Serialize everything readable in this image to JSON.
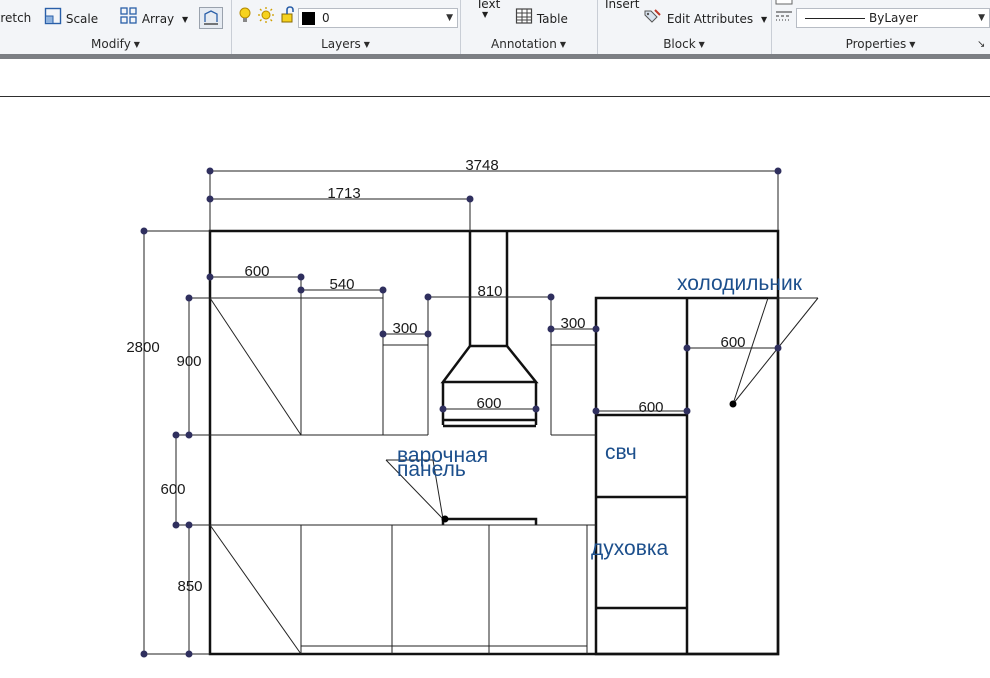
{
  "ribbon": {
    "modify": {
      "title": "Modify",
      "stretch_label": "Stretch",
      "scale_label": "Scale",
      "array_label": "Array"
    },
    "layers": {
      "title": "Layers",
      "current_layer": "0"
    },
    "annotation": {
      "title": "Annotation",
      "text_label": "Text",
      "table_label": "Table"
    },
    "block": {
      "title": "Block",
      "insert_label": "Insert",
      "edit_attributes_label": "Edit Attributes"
    },
    "properties": {
      "title": "Properties",
      "linetype_value": "ByLayer"
    }
  },
  "drawing": {
    "dimensions": {
      "overall_width": "3748",
      "hood_offset": "1713",
      "overall_height": "2800",
      "upper_cabinet_1": "600",
      "upper_cabinet_2": "540",
      "upper_cabinet_3": "300",
      "hood_top": "810",
      "upper_cabinet_4": "300",
      "hood_width": "600",
      "tall_cabinet_width": "600",
      "fridge_width": "600",
      "upper_height": "900",
      "backsplash_height": "600",
      "base_height": "850"
    },
    "labels": {
      "fridge": "холодильник",
      "cooktop_line1": "варочная",
      "cooktop_line2": "панель",
      "microwave": "свч",
      "oven": "духовка"
    }
  },
  "colors": {
    "ribbon_bg": "#f3f5f8",
    "label_blue": "#1c4f8c",
    "grip_blue": "#2f2f5e"
  }
}
